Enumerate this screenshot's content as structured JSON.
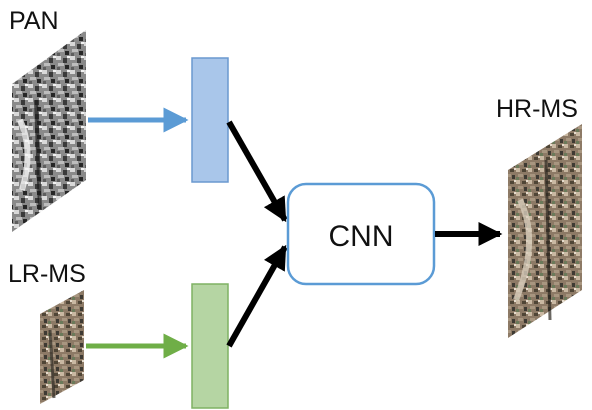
{
  "labels": {
    "pan": "PAN",
    "lr_ms": "LR-MS",
    "hr_ms": "HR-MS",
    "cnn": "CNN"
  },
  "colors": {
    "pan_feature": "#a9c6ea",
    "pan_feature_stroke": "#6a98cf",
    "pan_arrow": "#5b9bd5",
    "ms_feature": "#b5d5a3",
    "ms_feature_stroke": "#7fb263",
    "ms_arrow": "#6fae47",
    "cnn_stroke": "#5b9bd5",
    "black_arrow": "#000000"
  }
}
